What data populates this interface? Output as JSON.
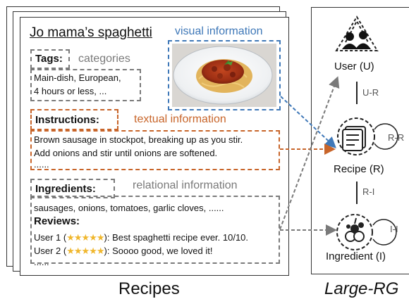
{
  "recipe_card": {
    "title": "Jo mama’s spaghetti",
    "visual_info_label": "visual information",
    "tags_label": "Tags:",
    "categories_label": "categories",
    "tags_line1": "Main-dish, European,",
    "tags_line2": "4 hours or less, ...",
    "instructions_label": "Instructions:",
    "textual_info_label": "textual information",
    "instructions_line1": "Brown sausage in stockpot, breaking up as you stir.",
    "instructions_line2": "Add onions and stir until onions are softened.",
    "instructions_line3": "......",
    "ingredients_label": "Ingredients:",
    "relational_info_label": "relational information",
    "ingredients_line": "sausages, onions, tomatoes, garlic cloves, ......",
    "reviews_label": "Reviews:",
    "reviews": [
      {
        "prefix": "User 1 (",
        "stars": "★★★★★",
        "text": "): Best spaghetti recipe ever. 10/10."
      },
      {
        "prefix": "User 2 (",
        "stars": "★★★★★",
        "text": "): Soooo good, we loved it!"
      }
    ],
    "reviews_more": "......"
  },
  "captions": {
    "recipes": "Recipes",
    "large_rg": "Large-RG"
  },
  "graph": {
    "user_node": "User (U)",
    "recipe_node": "Recipe (R)",
    "ingredient_node": "Ingredient (I)",
    "edge_ur": "U-R",
    "edge_ri": "R-I",
    "self_rr": "R-R",
    "self_ii": "I-I"
  },
  "colors": {
    "visual": "#3f78b8",
    "textual": "#c8652a",
    "relational": "#7a7a7a",
    "stars": "#f0b72e"
  }
}
